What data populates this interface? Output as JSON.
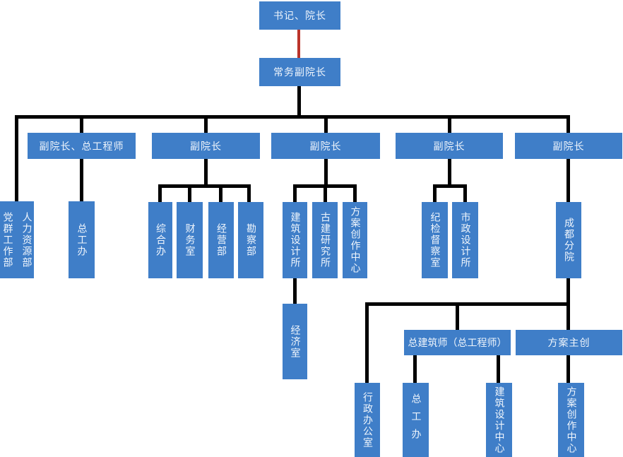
{
  "diagram": {
    "type": "org-chart",
    "colors": {
      "background": "#ffffff",
      "box_fill": "#3f7ec8",
      "box_text": "#eff5fc",
      "connector": "#000000",
      "connector_red": "#bb342b"
    },
    "nodes": {
      "secretary_dean": "书记、院长",
      "exec_vice_dean": "常务副院长",
      "vice_dean_chief_engineer": "副院长、总工程师",
      "vice_dean_1": "副院长",
      "vice_dean_2": "副院长",
      "vice_dean_3": "副院长",
      "vice_dean_4": "副院长",
      "party_mass_dept": "党群工作部",
      "hr_dept": "人力资源部",
      "chief_engineer_office": "总工办",
      "general_office": "综合办",
      "finance_office": "财务室",
      "operations_dept": "经营部",
      "survey_dept": "勘察部",
      "architecture_design_institute": "建筑设计所",
      "ancient_architecture_institute": "古建研究所",
      "scheme_creation_center": "方案创作中心",
      "economics_office": "经济室",
      "discipline_inspection_office": "纪检督察室",
      "municipal_design_institute": "市政设计所",
      "chengdu_branch": "成都分院",
      "chief_architect": "总建筑师（总工程师）",
      "scheme_lead": "方案主创",
      "admin_office": "行政办公室",
      "chief_engineer_office_2": "总工办",
      "architecture_design_center": "建筑设计中心",
      "scheme_creation_center_2": "方案创作中心"
    }
  }
}
